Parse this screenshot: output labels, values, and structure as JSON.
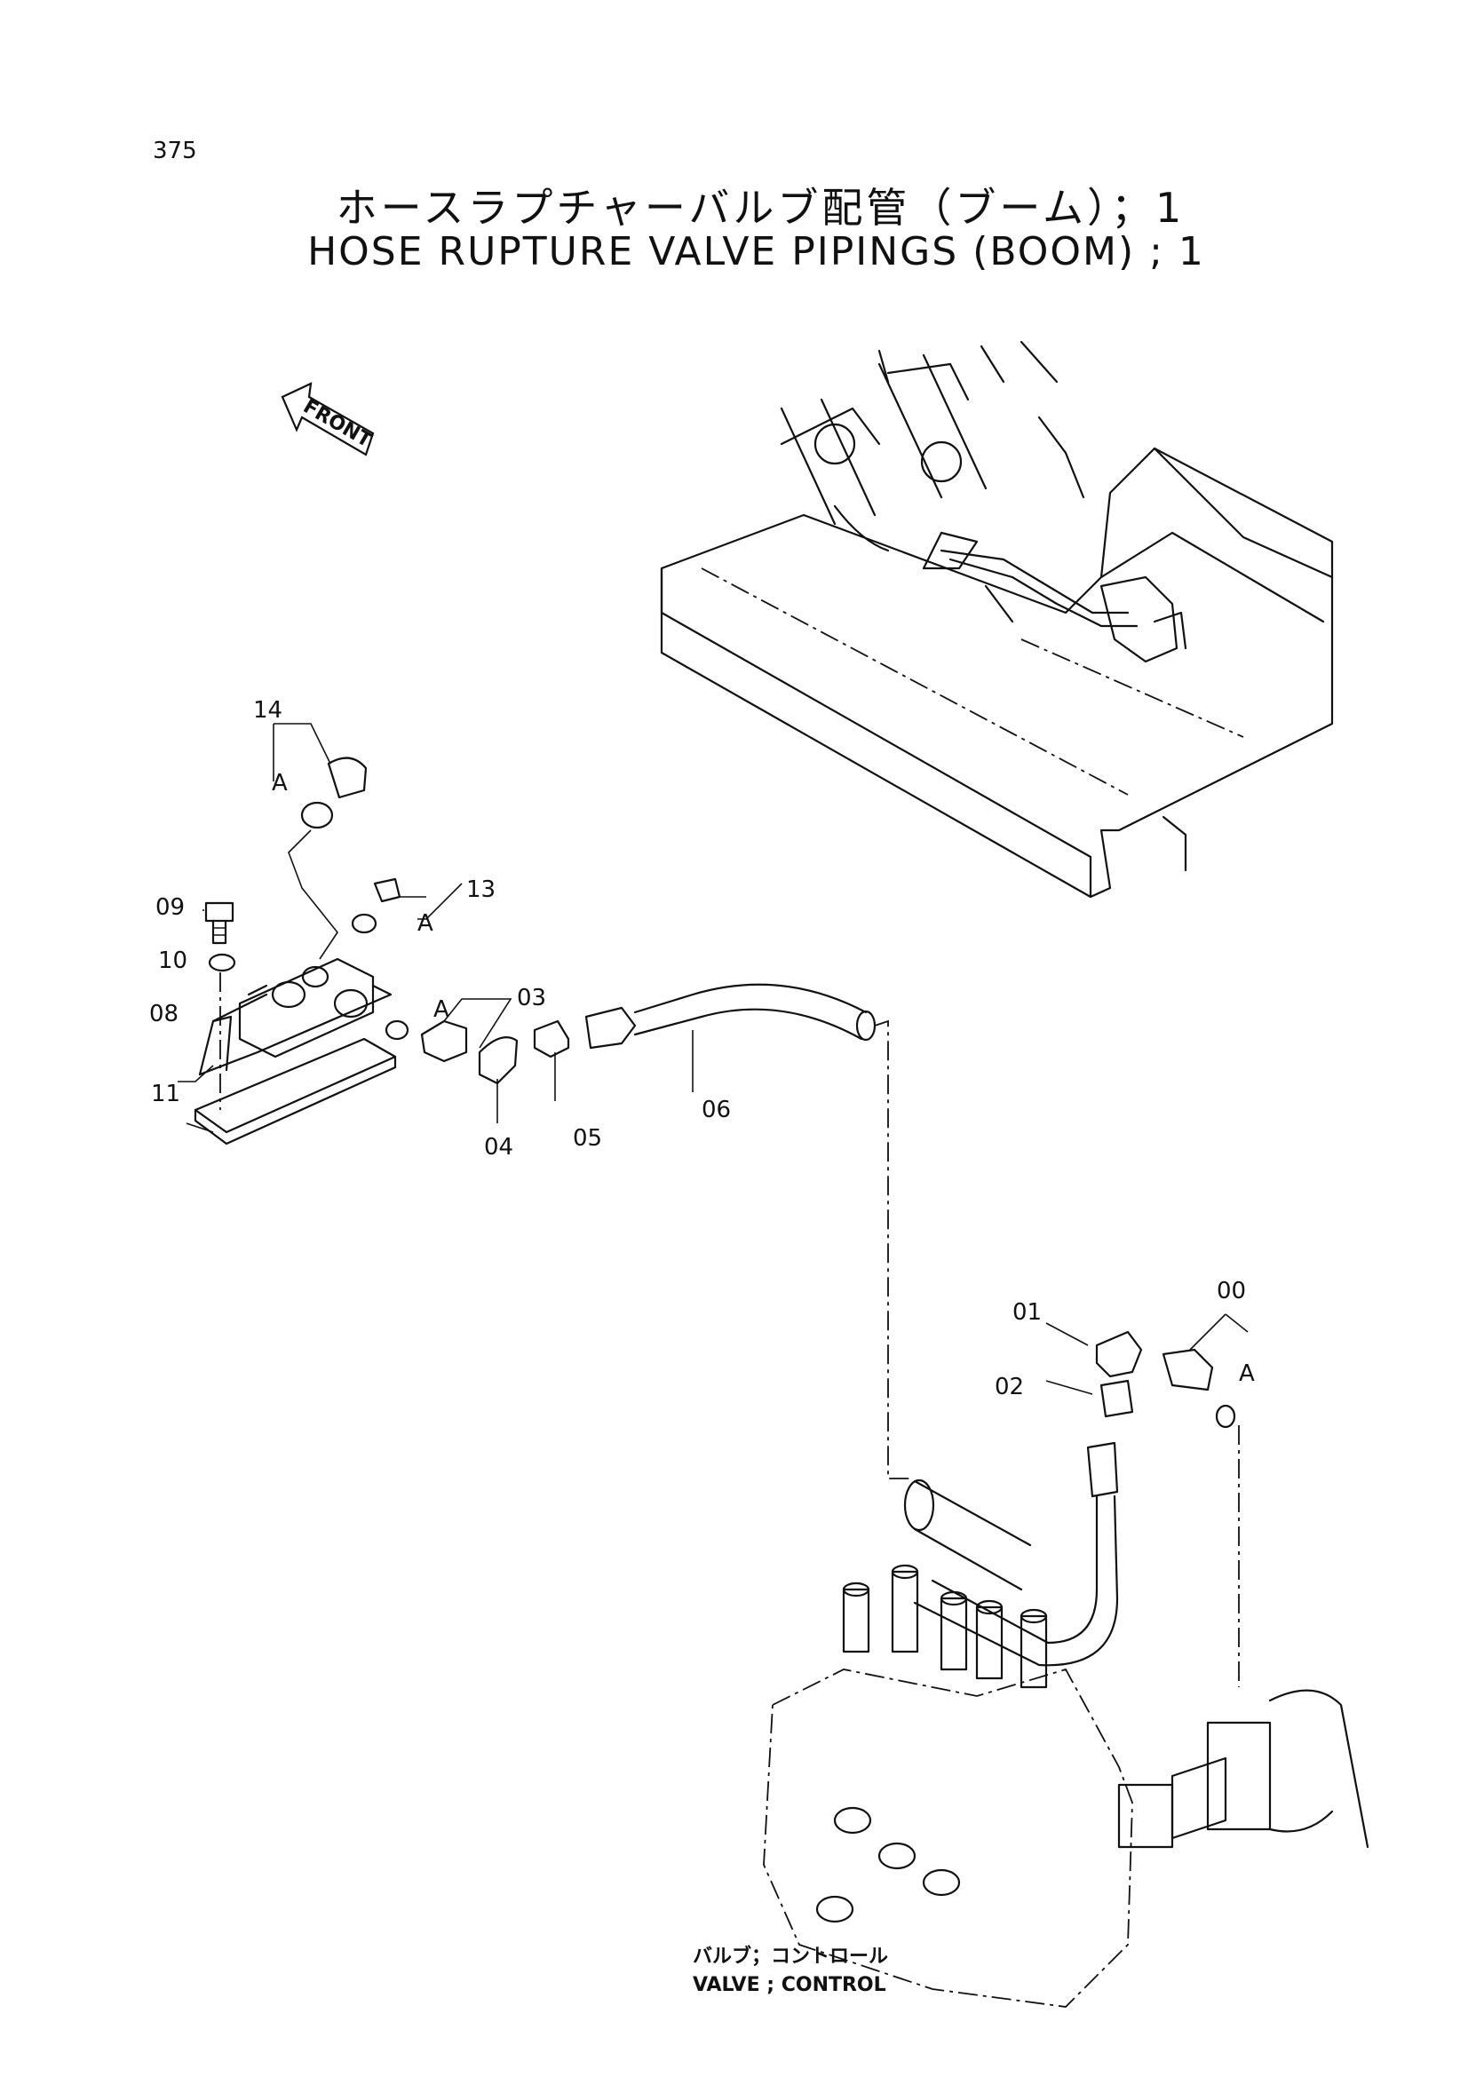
{
  "page_number": "375",
  "title_jp": "ホースラプチャーバルブ配管（ブーム）；1",
  "title_en": "HOSE RUPTURE VALVE PIPINGS (BOOM) ; 1",
  "front_arrow_label": "FRONT",
  "callouts": {
    "p14": "14",
    "p13": "13",
    "p09": "09",
    "p10": "10",
    "p08": "08",
    "p11": "11",
    "p03": "03",
    "p04": "04",
    "p05": "05",
    "p06": "06",
    "p00": "00",
    "p01": "01",
    "p02": "02",
    "a_14": "A",
    "a_13": "A",
    "a_03": "A",
    "a_00": "A"
  },
  "caption_jp": "バルブ；コントロール",
  "caption_en": "VALVE ; CONTROL"
}
